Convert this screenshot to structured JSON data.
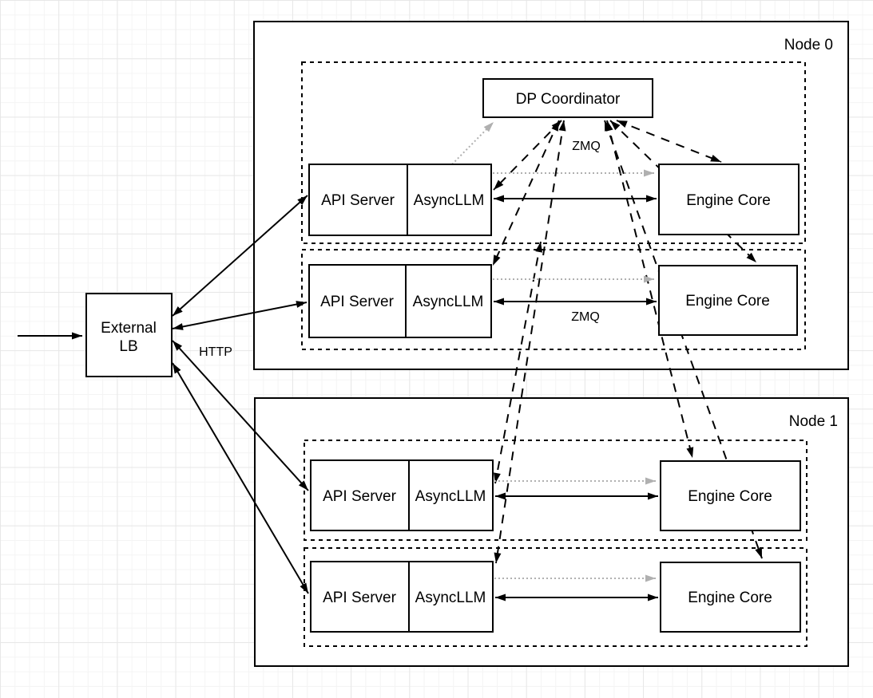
{
  "diagram": {
    "external_lb": {
      "line1": "External",
      "line2": "LB"
    },
    "dp_coordinator": {
      "label": "DP Coordinator"
    },
    "labels": {
      "http": "HTTP",
      "zmq_coordinator": "ZMQ",
      "zmq_engine": "ZMQ"
    },
    "nodes": [
      {
        "label": "Node 0",
        "ranks": [
          {
            "api_server": "API Server",
            "asyncllm": "AsyncLLM",
            "engine_core": "Engine Core"
          },
          {
            "api_server": "API Server",
            "asyncllm": "AsyncLLM",
            "engine_core": "Engine Core"
          }
        ]
      },
      {
        "label": "Node 1",
        "ranks": [
          {
            "api_server": "API Server",
            "asyncllm": "AsyncLLM",
            "engine_core": "Engine Core"
          },
          {
            "api_server": "API Server",
            "asyncllm": "AsyncLLM",
            "engine_core": "Engine Core"
          }
        ]
      }
    ],
    "colors": {
      "stroke": "#000000",
      "gray_arrow": "#b0b0b0",
      "box_fill": "#ffffff"
    }
  }
}
